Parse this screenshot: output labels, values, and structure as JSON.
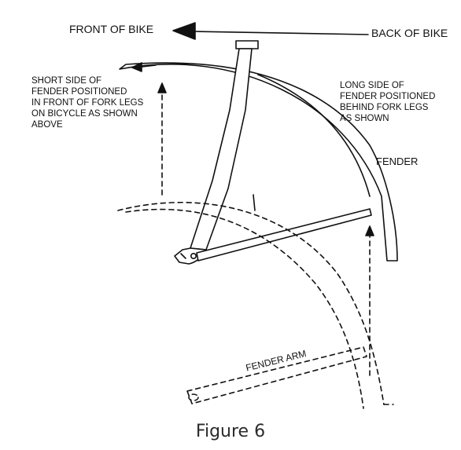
{
  "labels": {
    "front": "FRONT OF BIKE",
    "back": "BACK OF BIKE",
    "short_side": [
      "SHORT SIDE OF",
      "FENDER POSITIONED",
      "IN FRONT OF FORK LEGS",
      "ON BICYCLE AS SHOWN",
      "ABOVE"
    ],
    "long_side": [
      "LONG SIDE OF",
      "FENDER POSITIONED",
      "BEHIND FORK LEGS",
      "AS SHOWN"
    ],
    "fender": "FENDER",
    "fender_arm": "FENDER ARM"
  },
  "caption": "Figure 6",
  "colors": {
    "line": "#111111",
    "caption": "#2b2b2b"
  }
}
